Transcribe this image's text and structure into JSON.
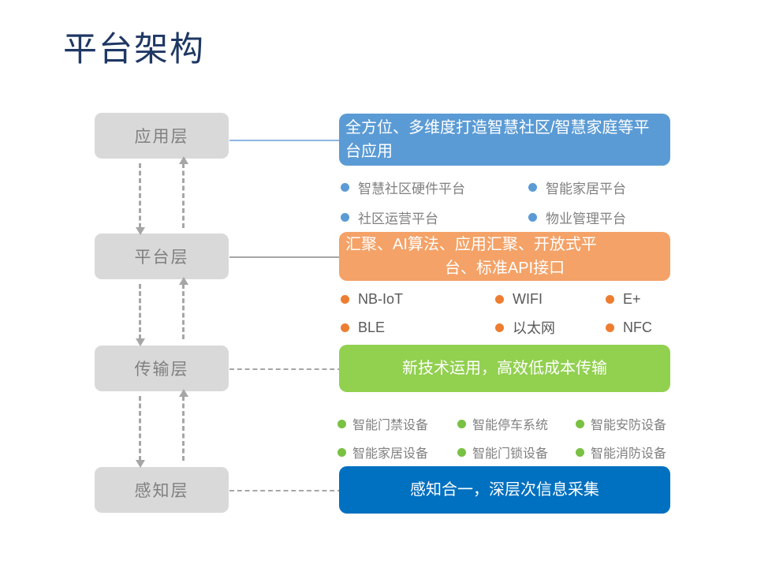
{
  "slide": {
    "title": "平台架构",
    "title_color": "#1f3864"
  },
  "layers": [
    {
      "key": "application",
      "chip_label": "应用层"
    },
    {
      "key": "platform",
      "chip_label": "平台层"
    },
    {
      "key": "transmission",
      "chip_label": "传输层"
    },
    {
      "key": "sensing",
      "chip_label": "感知层"
    }
  ],
  "banners": {
    "application": {
      "text": "全方位、多维度打造智慧社区/智慧家庭等平台应用",
      "color": "#5b9bd5"
    },
    "platform": {
      "line1": "汇聚、AI算法、应用汇聚、开放式平",
      "line2": "台、标准API接口",
      "color": "#f4a267"
    },
    "transmission": {
      "text": "新技术运用，高效低成本传输",
      "color": "#92d050"
    },
    "sensing": {
      "text": "感知合一，深层次信息采集",
      "color": "#0070c0"
    }
  },
  "bullets": {
    "application": {
      "dot_color": "#5b9bd5",
      "items": [
        "智慧社区硬件平台",
        "智能家居平台",
        "社区运营平台",
        "物业管理平台"
      ]
    },
    "platform": {
      "dot_color": "#ed7d31",
      "items": [
        "NB-IoT",
        "WIFI",
        "E+",
        "BLE",
        "以太网",
        "NFC"
      ]
    },
    "transmission": {
      "dot_color": "#79c143",
      "items": [
        "智能门禁设备",
        "智能停车系统",
        "智能安防设备",
        "智能家居设备",
        "智能门锁设备",
        "智能消防设备"
      ]
    }
  },
  "connectors": {
    "application": "solid-blue-line",
    "platform": "solid-gray-line",
    "transmission": "dashed-gray-line",
    "sensing": "dashed-gray-line"
  },
  "arrows": {
    "down_label": "down-arrow",
    "up_label": "up-arrow"
  }
}
